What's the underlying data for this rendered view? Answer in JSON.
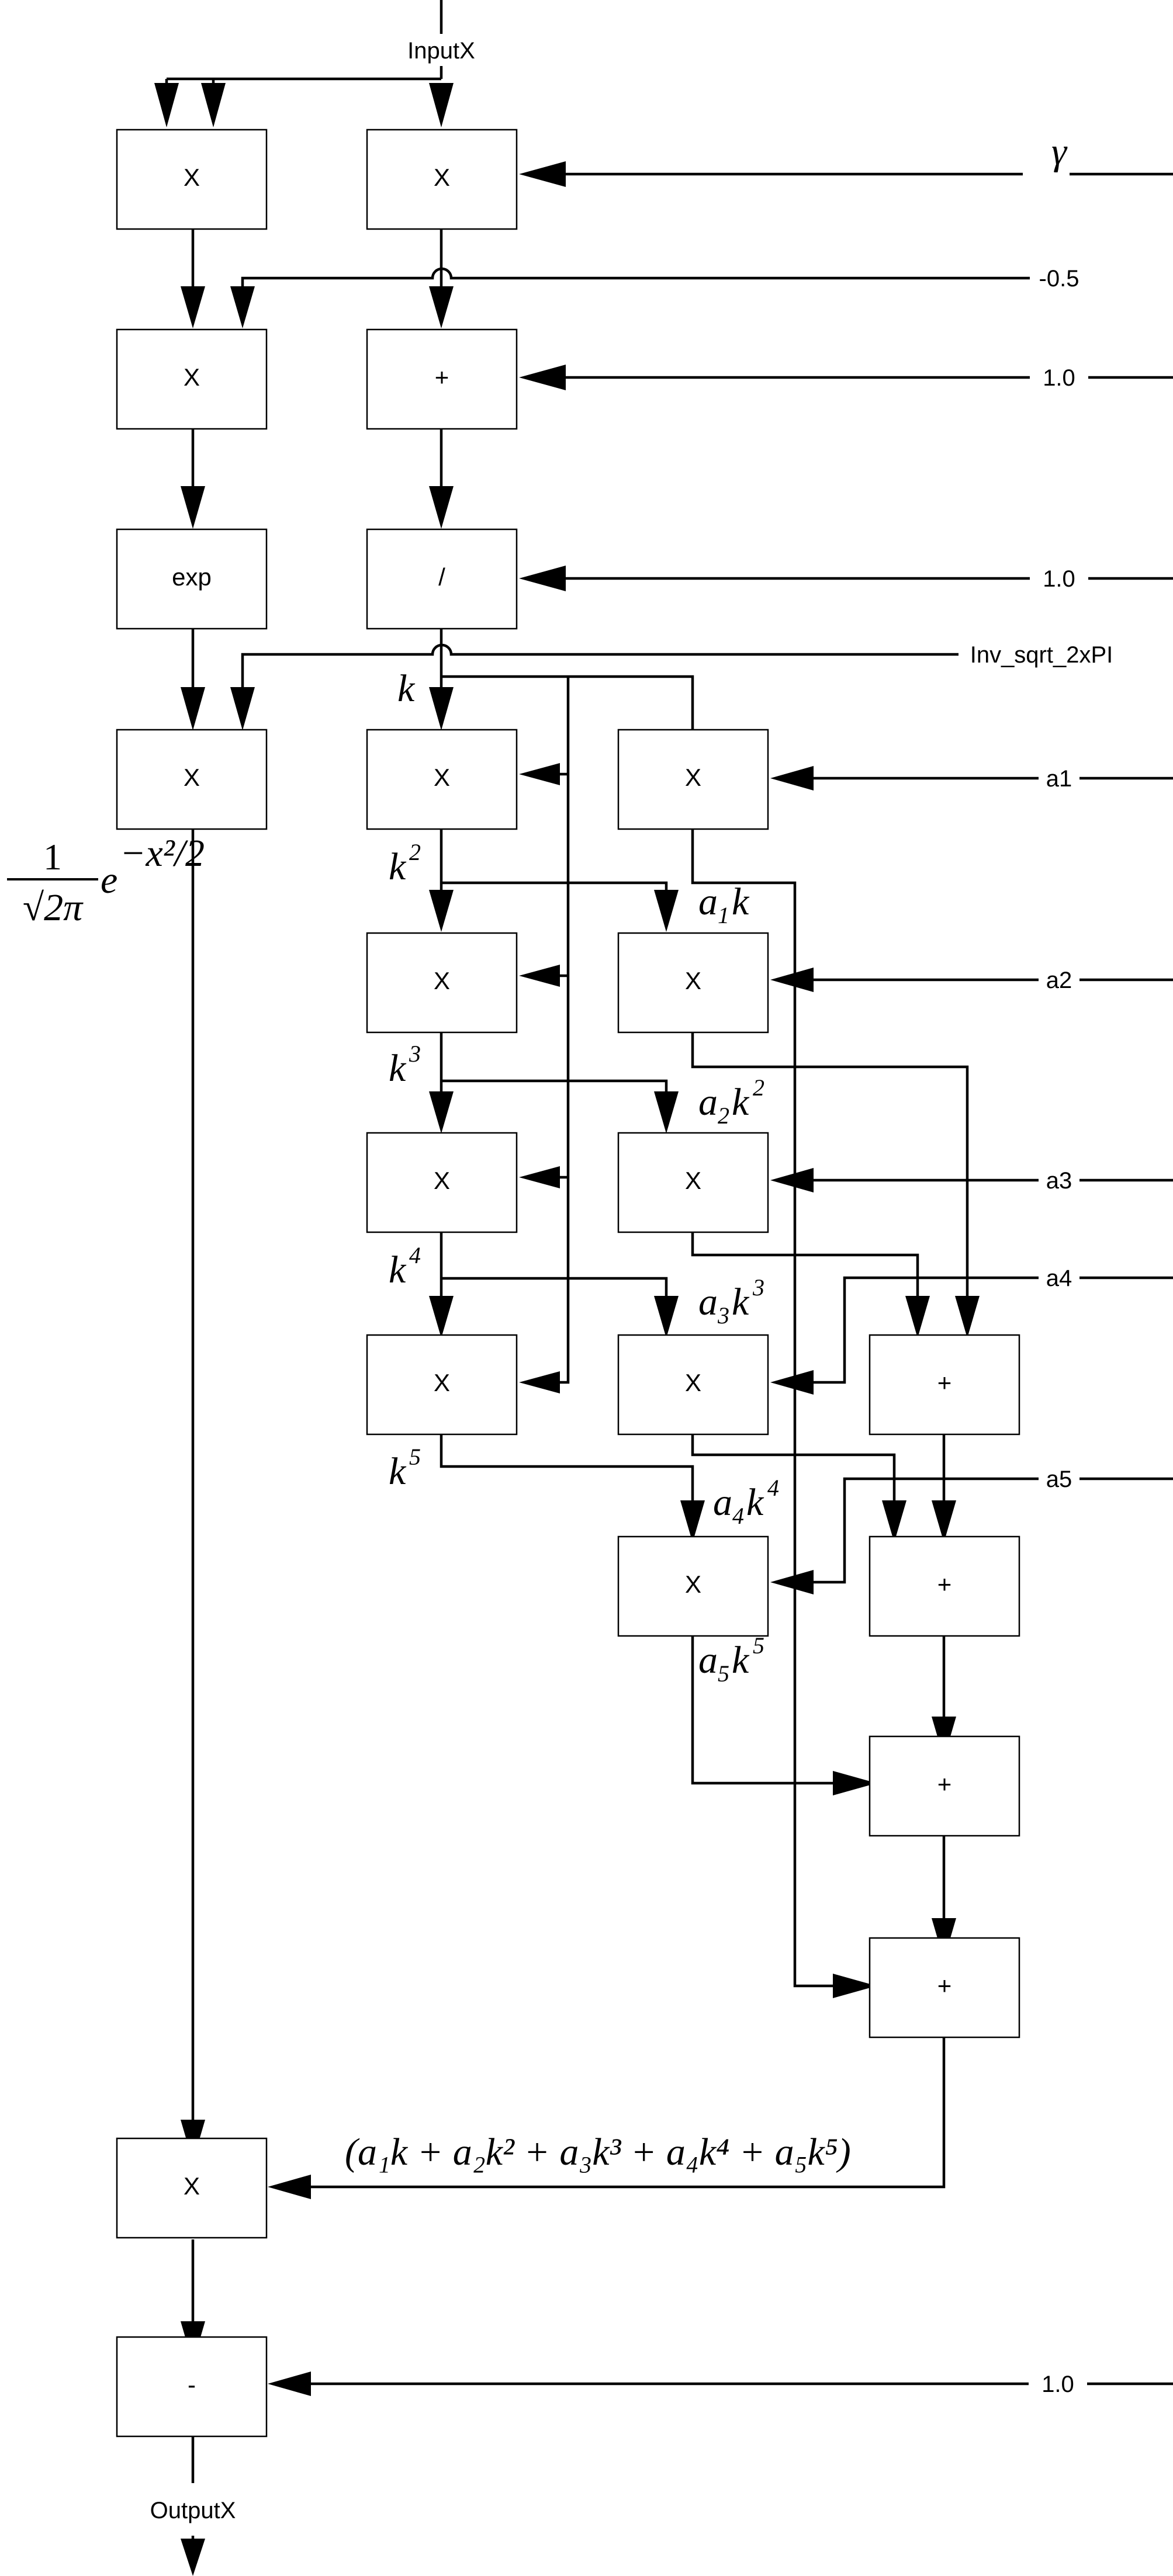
{
  "diagram": {
    "input_label": "InputX",
    "output_label": "OutputX",
    "operators": {
      "mul_x2": "X",
      "mul_gamma": "X",
      "mul_half": "X",
      "add_one": "+",
      "exp": "exp",
      "div": "/",
      "mul_inv": "X",
      "mul_k2": "X",
      "mul_a1": "X",
      "mul_k3": "X",
      "mul_a2": "X",
      "mul_k4": "X",
      "mul_a3": "X",
      "mul_k5": "X",
      "mul_a4": "X",
      "add_a": "+",
      "mul_a5": "X",
      "add_b": "+",
      "add_c": "+",
      "add_d": "+",
      "mul_final": "X",
      "sub_final": "-"
    },
    "constants": {
      "gamma": "γ",
      "neg_half": "-0.5",
      "one_add": "1.0",
      "one_div": "1.0",
      "inv_sqrt": "Inv_sqrt_2xPI",
      "a1": "a1",
      "a2": "a2",
      "a3": "a3",
      "a4": "a4",
      "a5": "a5",
      "one_sub": "1.0"
    },
    "math": {
      "k": "k",
      "k_base": "k",
      "exp2": "2",
      "exp3": "3",
      "exp4": "4",
      "exp5": "5",
      "a": "a",
      "sub1": "1",
      "sub2": "2",
      "sub3": "3",
      "sub4": "4",
      "sub5": "5",
      "gauss_num": "1",
      "gauss_den": "√2π",
      "gauss_e": "e",
      "gauss_exp": "−x²/2",
      "poly": "(a₁k + a₂k² + a₃k³ + a₄k⁴ + a₅k⁵)"
    }
  }
}
